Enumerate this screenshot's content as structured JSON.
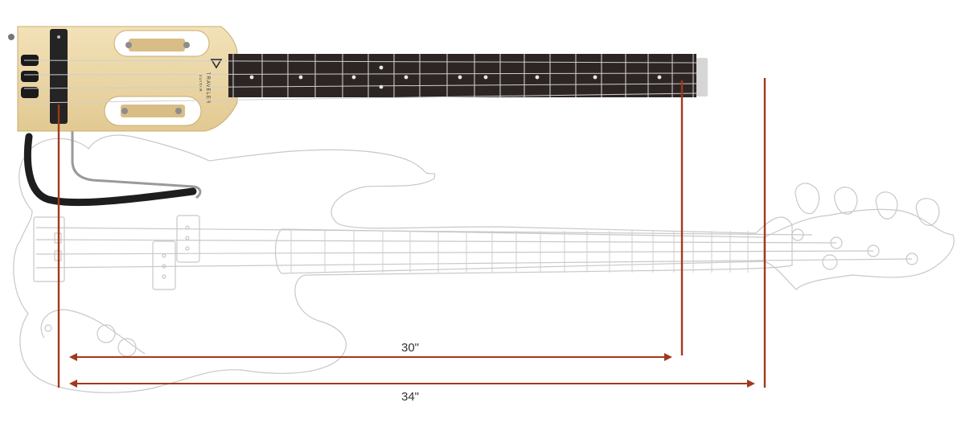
{
  "brand": {
    "name": "TRAVELER",
    "sub": "GUITAR"
  },
  "measurements": [
    {
      "label": "30\""
    },
    {
      "label": "34\""
    }
  ],
  "colors": {
    "measure_line": "#a2391c",
    "outline": "#c8c8c8",
    "maple": "#ecd8a8",
    "fretboard": "#2d2524"
  }
}
